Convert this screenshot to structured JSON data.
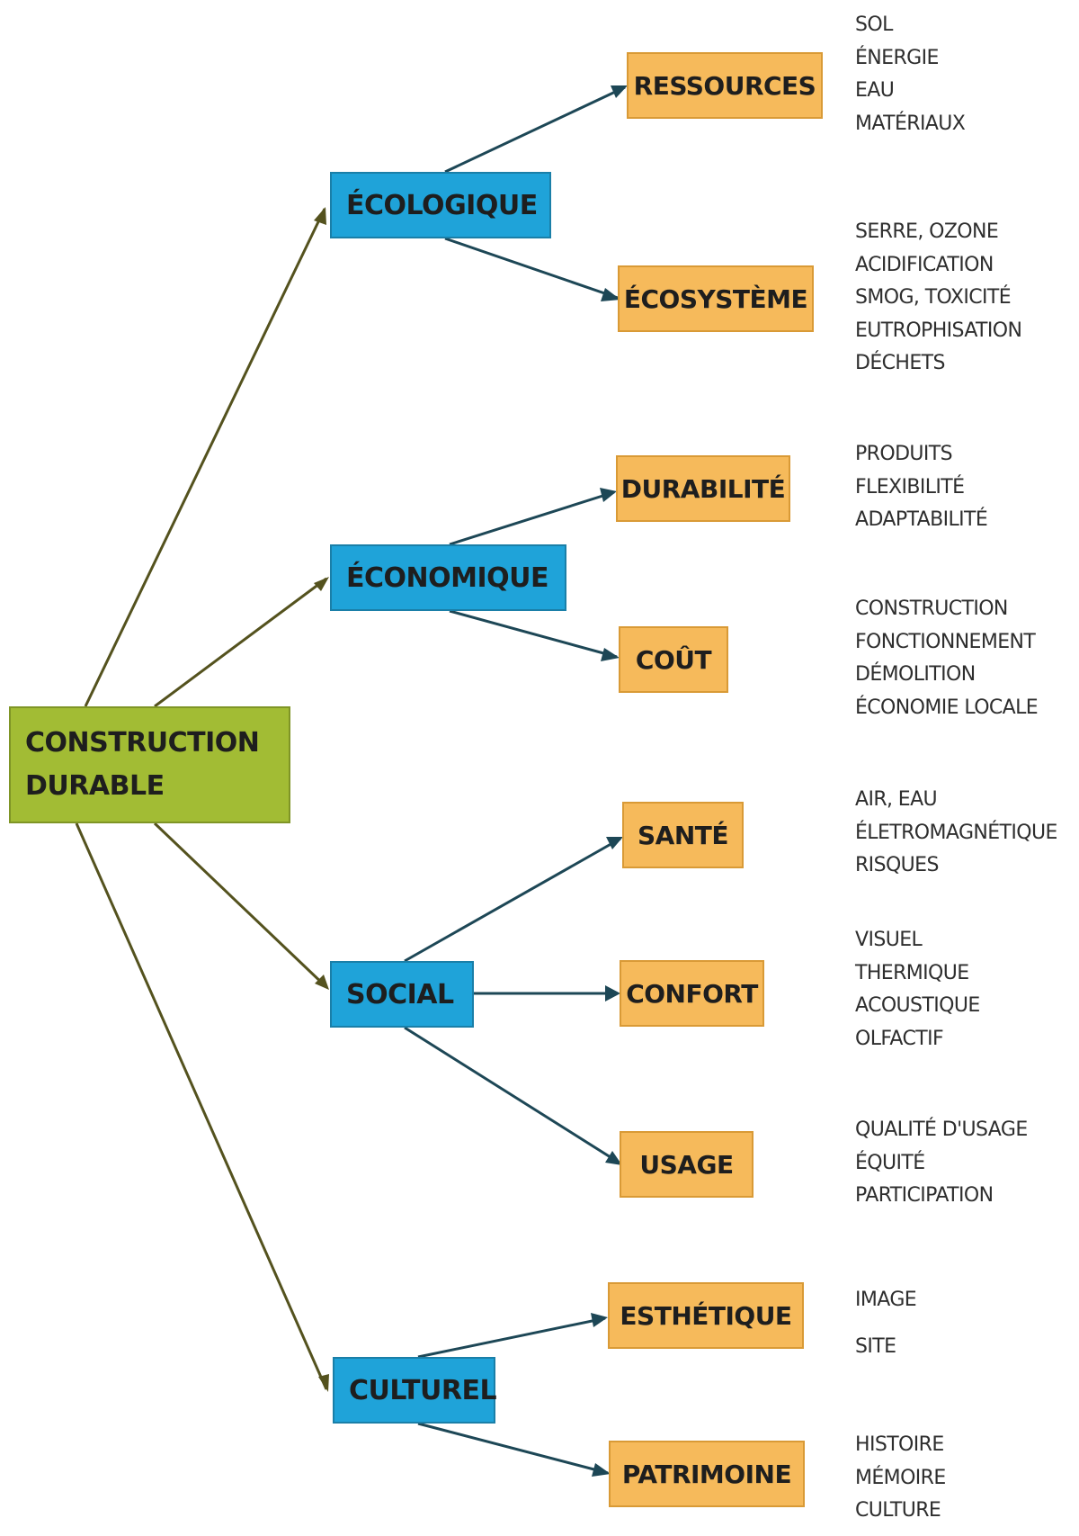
{
  "root": {
    "label": "CONSTRUCTION DURABLE"
  },
  "categories": [
    {
      "label": "ÉCOLOGIQUE"
    },
    {
      "label": "ÉCONOMIQUE"
    },
    {
      "label": "SOCIAL"
    },
    {
      "label": "CULTUREL"
    }
  ],
  "subcategories": [
    {
      "label": "RESSOURCES",
      "items": [
        "SOL",
        "ÉNERGIE",
        "EAU",
        "MATÉRIAUX"
      ]
    },
    {
      "label": "ÉCOSYSTÈME",
      "items": [
        "SERRE, OZONE",
        "ACIDIFICATION",
        "SMOG, TOXICITÉ",
        "EUTROPHISATION",
        "DÉCHETS"
      ]
    },
    {
      "label": "DURABILITÉ",
      "items": [
        "PRODUITS",
        "FLEXIBILITÉ",
        "ADAPTABILITÉ"
      ]
    },
    {
      "label": "COÛT",
      "items": [
        "CONSTRUCTION",
        "FONCTIONNEMENT",
        "DÉMOLITION",
        "ÉCONOMIE LOCALE"
      ]
    },
    {
      "label": "SANTÉ",
      "items": [
        "AIR, EAU",
        "ÉLETROMAGNÉTIQUE",
        "RISQUES"
      ]
    },
    {
      "label": "CONFORT",
      "items": [
        "VISUEL",
        "THERMIQUE",
        "ACOUSTIQUE",
        "OLFACTIF"
      ]
    },
    {
      "label": "USAGE",
      "items": [
        "QUALITÉ D'USAGE",
        "ÉQUITÉ",
        "PARTICIPATION"
      ]
    },
    {
      "label": "ESTHÉTIQUE",
      "items": [
        "IMAGE",
        "SITE"
      ]
    },
    {
      "label": "PATRIMOINE",
      "items": [
        "HISTOIRE",
        "MÉMOIRE",
        "CULTURE"
      ]
    }
  ],
  "colors": {
    "root_fill": "#a2bc34",
    "category_fill": "#1fa3d9",
    "subcategory_fill": "#f6ba5b",
    "root_arrow": "#54521e",
    "category_arrow": "#1d4756"
  }
}
